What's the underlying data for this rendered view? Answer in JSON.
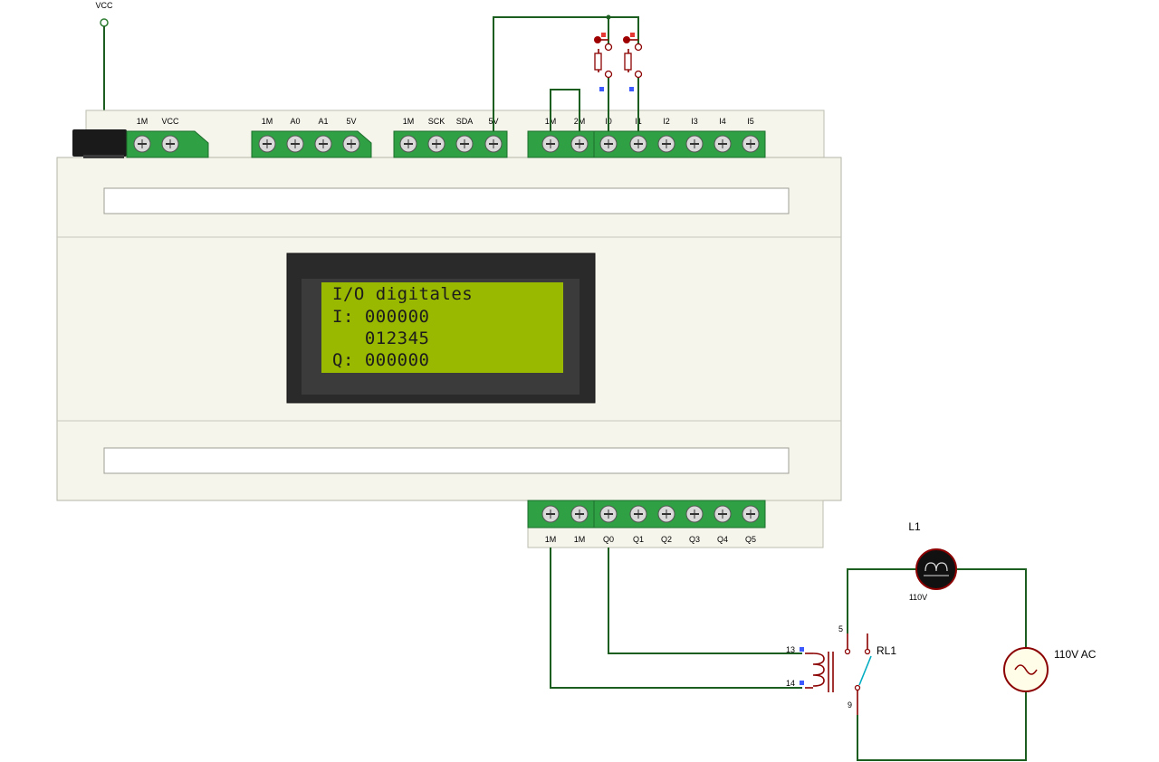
{
  "vcc_label": "VCC",
  "top_connectors": {
    "power": [
      "1M",
      "VCC"
    ],
    "analog": [
      "1M",
      "A0",
      "A1",
      "5V"
    ],
    "bus": [
      "1M",
      "SCK",
      "SDA",
      "5V"
    ],
    "inputs": [
      "1M",
      "2M",
      "I0",
      "I1",
      "I2",
      "I3",
      "I4",
      "I5"
    ]
  },
  "bottom_connectors": {
    "outputs": [
      "1M",
      "1M",
      "Q0",
      "Q1",
      "Q2",
      "Q3",
      "Q4",
      "Q5"
    ]
  },
  "lcd": {
    "line1": "I/O digitales",
    "line2": "I: 000000",
    "line3": "   012345",
    "line4": "Q: 000000"
  },
  "relay": {
    "name": "RL1",
    "pin_13": "13",
    "pin_14": "14",
    "pin_5": "5",
    "pin_9": "9"
  },
  "lamp": {
    "name": "L1",
    "value": "110V"
  },
  "source": {
    "name": "110V AC"
  },
  "colors": {
    "plc_body": "#f6f5ec",
    "terminal_green": "#2fa043",
    "lcd_screen": "#99b800",
    "wire": "#1b5e20"
  }
}
